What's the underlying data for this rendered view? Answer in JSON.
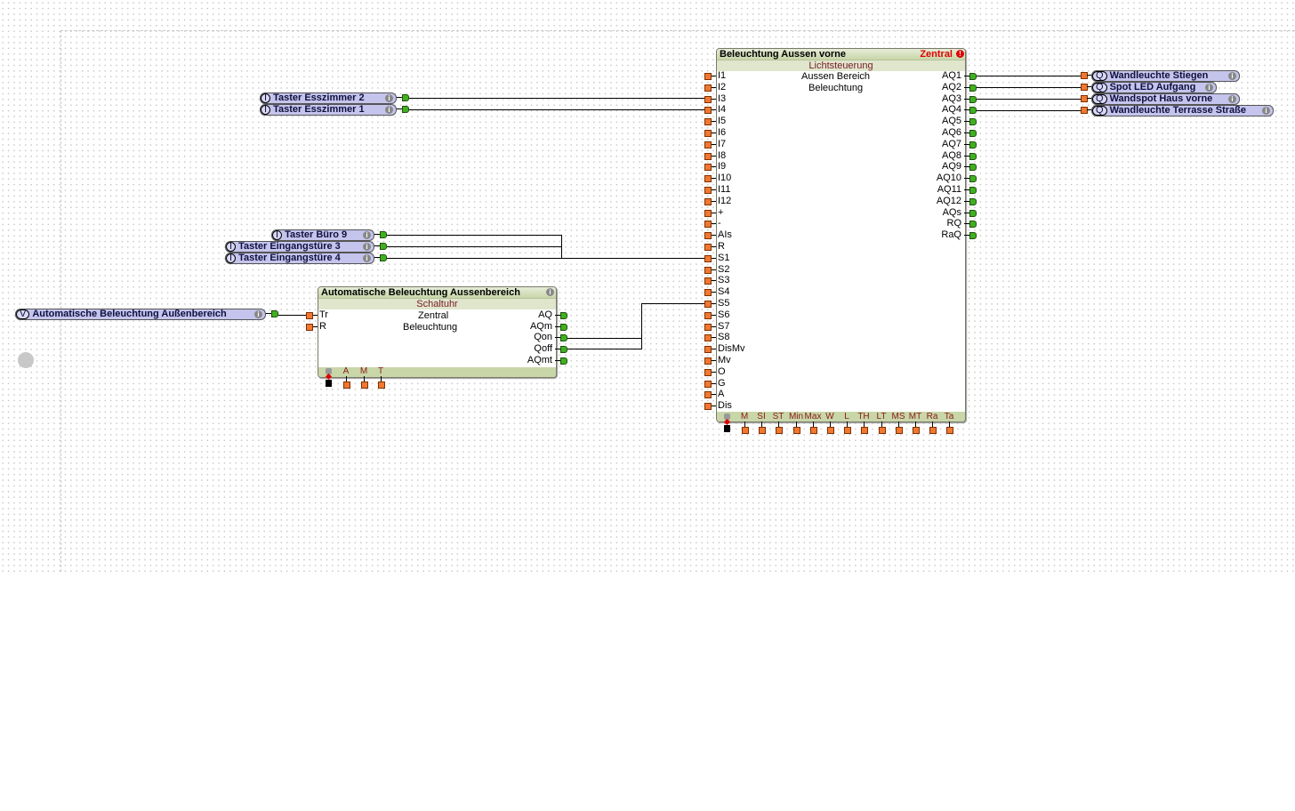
{
  "blocks": {
    "main": {
      "title": "Beleuchtung Aussen vorne",
      "category": "Zentral",
      "type": "Lichtsteuerung",
      "desc1": "Aussen Bereich",
      "desc2": "Beleuchtung",
      "inputs": [
        "I1",
        "I2",
        "I3",
        "I4",
        "I5",
        "I6",
        "I7",
        "I8",
        "I9",
        "I10",
        "I11",
        "I12",
        "+",
        "-",
        "AIs",
        "R",
        "S1",
        "S2",
        "S3",
        "S4",
        "S5",
        "S6",
        "S7",
        "S8",
        "DisMv",
        "Mv",
        "O",
        "G",
        "A",
        "Dis"
      ],
      "outputs": [
        "AQ1",
        "AQ2",
        "AQ3",
        "AQ4",
        "AQ5",
        "AQ6",
        "AQ7",
        "AQ8",
        "AQ9",
        "AQ10",
        "AQ11",
        "AQ12",
        "AQs",
        "RQ",
        "RaQ"
      ],
      "params": [
        "M",
        "SI",
        "ST",
        "Min",
        "Max",
        "W",
        "L",
        "TH",
        "LT",
        "MS",
        "MT",
        "Ra",
        "Ta"
      ]
    },
    "timer": {
      "title": "Automatische Beleuchtung Aussenbereich",
      "type": "Schaltuhr",
      "desc1": "Zentral",
      "desc2": "Beleuchtung",
      "inputs": [
        "Tr",
        "R"
      ],
      "outputs": [
        "AQ",
        "AQm",
        "Qon",
        "Qoff",
        "AQmt"
      ],
      "params": [
        "A",
        "M",
        "T"
      ]
    }
  },
  "tags": {
    "inputs": [
      {
        "type": "I",
        "label": "Taster Esszimmer 2"
      },
      {
        "type": "I",
        "label": "Taster Esszimmer 1"
      },
      {
        "type": "I",
        "label": "Taster Büro 9"
      },
      {
        "type": "I",
        "label": "Taster Eingangstüre  3"
      },
      {
        "type": "I",
        "label": "Taster Eingangstüre  4"
      },
      {
        "type": "V",
        "label": "Automatische Beleuchtung Außenbereich"
      }
    ],
    "outputs": [
      {
        "type": "Q",
        "label": "Wandleuchte  Stiegen"
      },
      {
        "type": "Q",
        "label": "Spot LED  Aufgang"
      },
      {
        "type": "Q",
        "label": "Wandspot Haus vorne"
      },
      {
        "type": "Q",
        "label": "Wandleuchte  Terrasse  Straße"
      }
    ]
  },
  "colors": {
    "input_pin": "#f07830",
    "output_pin": "#40b020",
    "category": "#e00000"
  }
}
